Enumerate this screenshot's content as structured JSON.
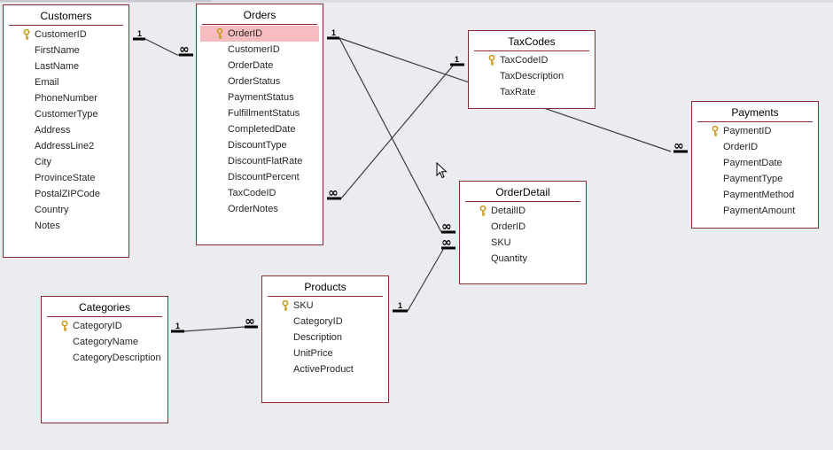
{
  "tables": [
    {
      "id": "customers",
      "title": "Customers",
      "fields": [
        "CustomerID",
        "FirstName",
        "LastName",
        "Email",
        "PhoneNumber",
        "CustomerType",
        "Address",
        "AddressLine2",
        "City",
        "ProvinceState",
        "PostalZIPCode",
        "Country",
        "Notes"
      ],
      "key": "CustomerID"
    },
    {
      "id": "orders",
      "title": "Orders",
      "fields": [
        "OrderID",
        "CustomerID",
        "OrderDate",
        "OrderStatus",
        "PaymentStatus",
        "FulfillmentStatus",
        "CompletedDate",
        "DiscountType",
        "DiscountFlatRate",
        "DiscountPercent",
        "TaxCodeID",
        "OrderNotes"
      ],
      "key": "OrderID",
      "selected": "OrderID"
    },
    {
      "id": "taxcodes",
      "title": "TaxCodes",
      "fields": [
        "TaxCodeID",
        "TaxDescription",
        "TaxRate"
      ],
      "key": "TaxCodeID"
    },
    {
      "id": "payments",
      "title": "Payments",
      "fields": [
        "PaymentID",
        "OrderID",
        "PaymentDate",
        "PaymentType",
        "PaymentMethod",
        "PaymentAmount"
      ],
      "key": "PaymentID"
    },
    {
      "id": "orderdetail",
      "title": "OrderDetail",
      "fields": [
        "DetailID",
        "OrderID",
        "SKU",
        "Quantity"
      ],
      "key": "DetailID"
    },
    {
      "id": "categories",
      "title": "Categories",
      "fields": [
        "CategoryID",
        "CategoryName",
        "CategoryDescription"
      ],
      "key": "CategoryID"
    },
    {
      "id": "products",
      "title": "Products",
      "fields": [
        "SKU",
        "CategoryID",
        "Description",
        "UnitPrice",
        "ActiveProduct"
      ],
      "key": "SKU"
    }
  ],
  "relationship_labels": {
    "one": "1",
    "many": "∞"
  },
  "colors": {
    "border": "#8d2a33",
    "selected": "#f7bcbf",
    "background": "#ebecf0",
    "line": "#3c3c3c",
    "key": "#c79a1e"
  },
  "icons": {
    "key": "key-icon",
    "cursor": "mouse-cursor-icon"
  }
}
